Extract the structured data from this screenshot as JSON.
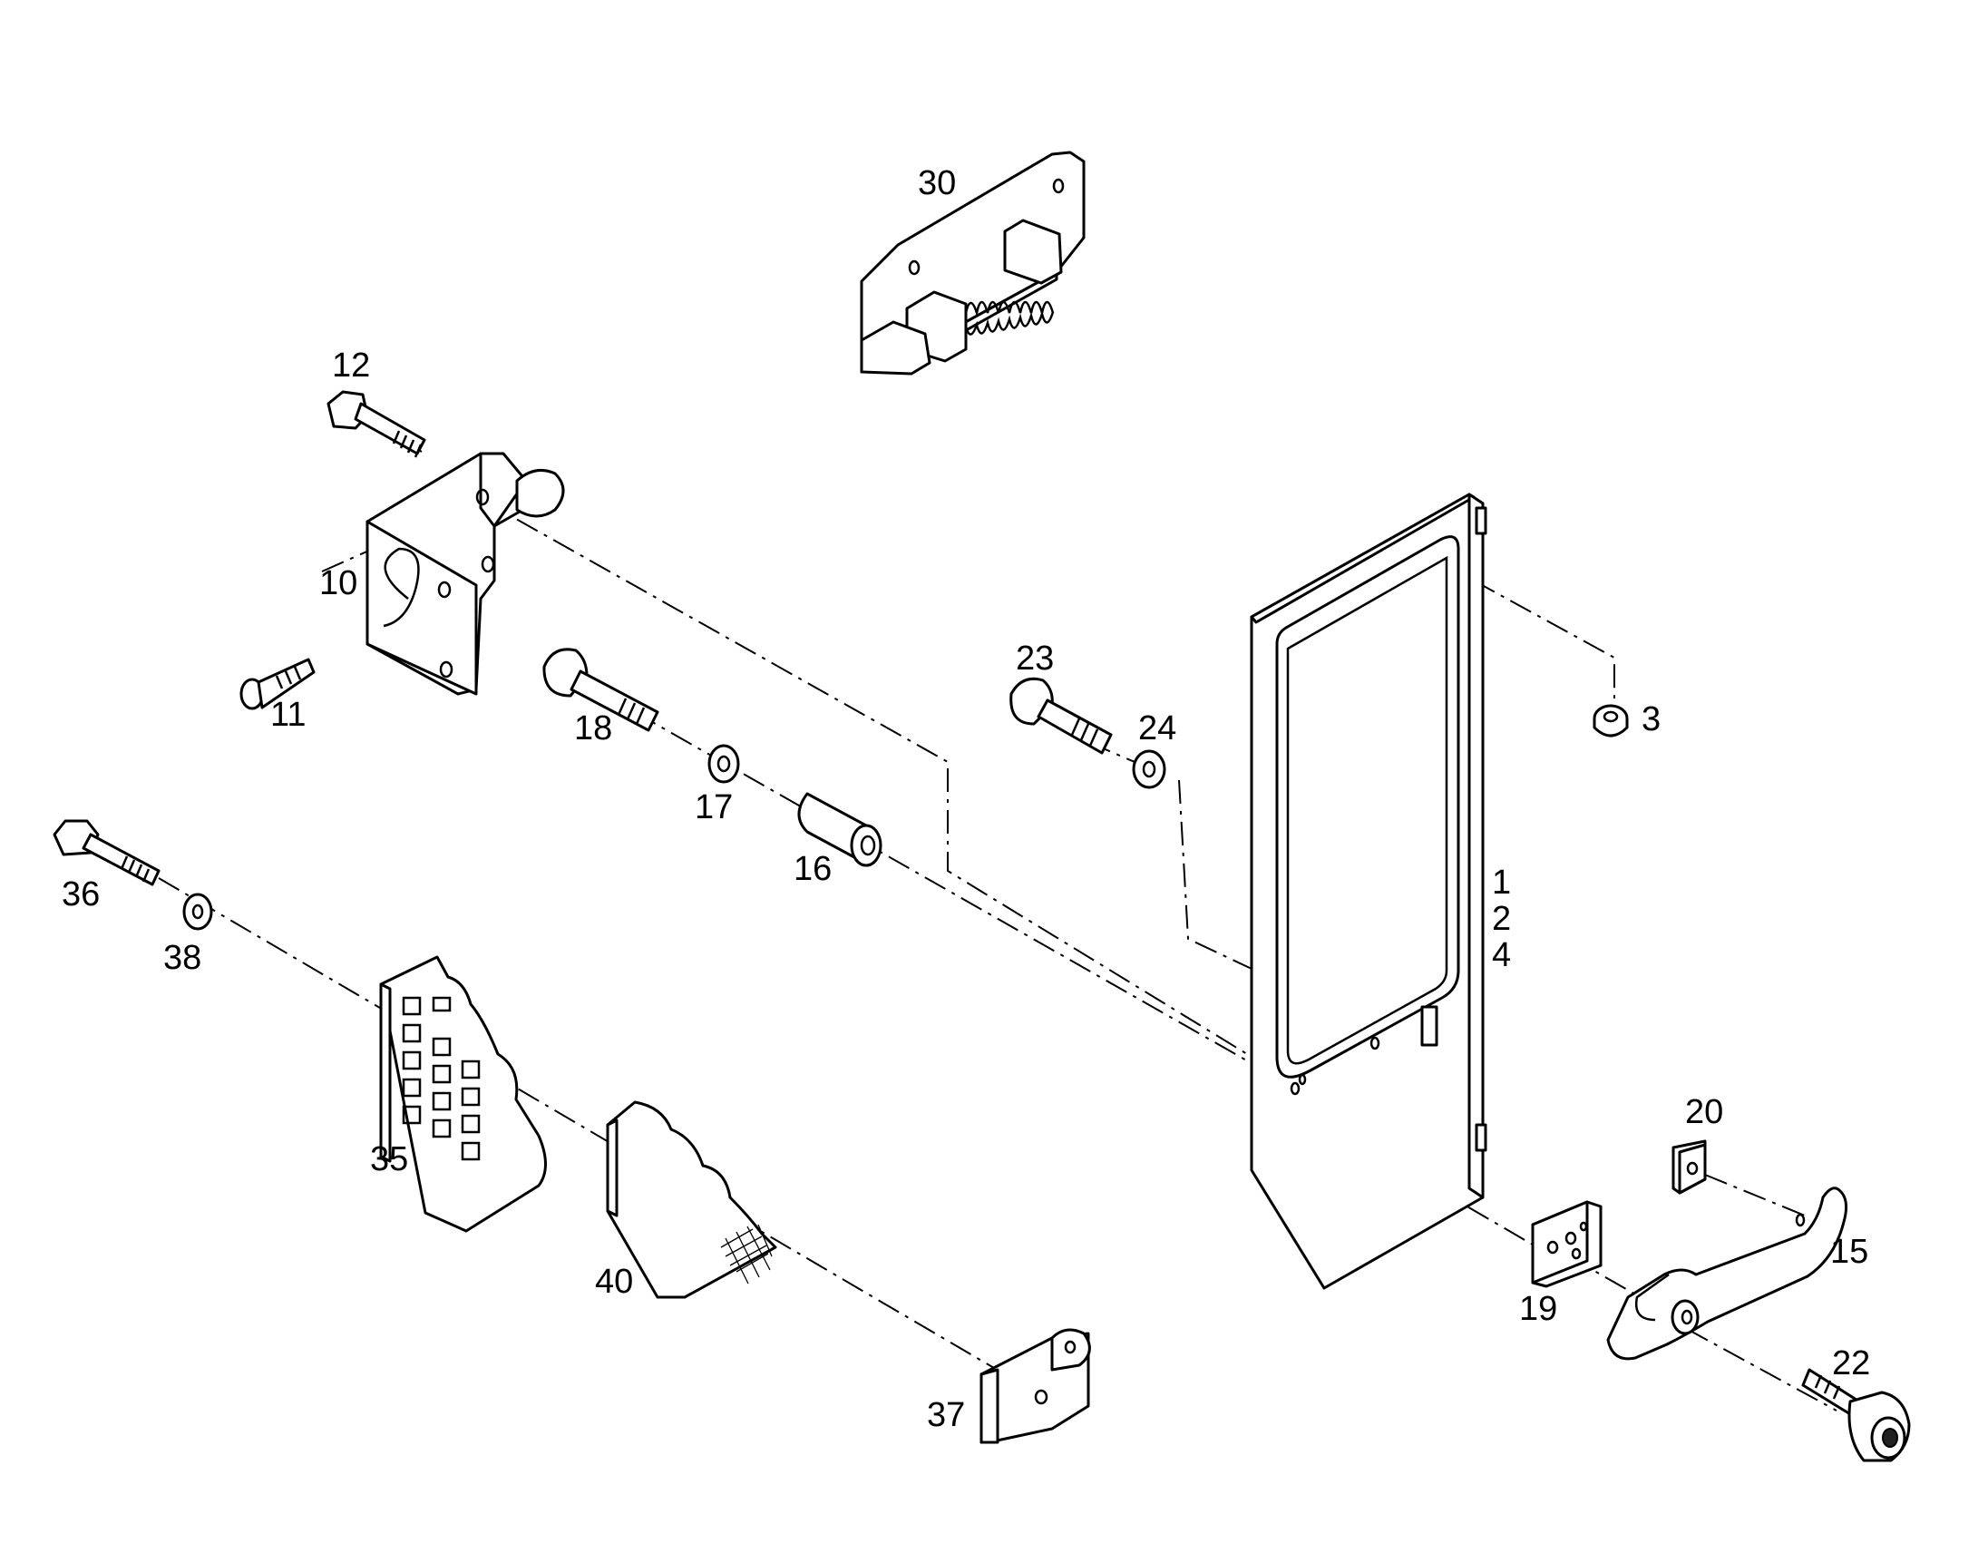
{
  "labels": {
    "p1": "1",
    "p2": "2",
    "p4": "4",
    "p3": "3",
    "p10": "10",
    "p11": "11",
    "p12": "12",
    "p15": "15",
    "p16": "16",
    "p17": "17",
    "p18": "18",
    "p19": "19",
    "p20": "20",
    "p22": "22",
    "p23": "23",
    "p24": "24",
    "p30": "30",
    "p35": "35",
    "p36": "36",
    "p37": "37",
    "p38": "38",
    "p40": "40"
  }
}
